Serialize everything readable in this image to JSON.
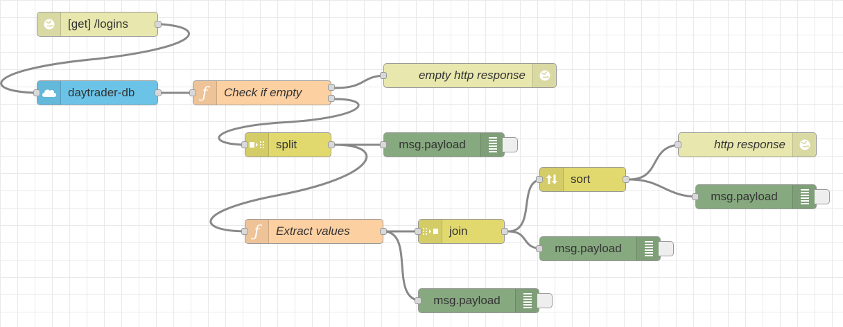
{
  "flow": {
    "nodes": {
      "http_in": {
        "label": "[get] /logins",
        "icon": "globe-icon",
        "color": "#e7e7ae"
      },
      "db": {
        "label": "daytrader-db",
        "icon": "cloud-icon",
        "color": "#6bc4e8"
      },
      "check_empty": {
        "label": "Check if empty",
        "icon": "function-icon",
        "color": "#fdd0a2"
      },
      "empty_response": {
        "label": "empty http response",
        "icon": "globe-icon",
        "color": "#e7e7ae"
      },
      "split": {
        "label": "split",
        "icon": "split-icon",
        "color": "#e2d96e"
      },
      "debug1": {
        "label": "msg.payload",
        "icon": "debug-list-icon",
        "color": "#87a980"
      },
      "extract": {
        "label": "Extract values",
        "icon": "function-icon",
        "color": "#fdd0a2"
      },
      "join": {
        "label": "join",
        "icon": "join-icon",
        "color": "#e2d96e"
      },
      "sort": {
        "label": "sort",
        "icon": "sort-icon",
        "color": "#e2d96e"
      },
      "http_response": {
        "label": "http response",
        "icon": "globe-icon",
        "color": "#e7e7ae"
      },
      "debug2": {
        "label": "msg.payload",
        "icon": "debug-list-icon",
        "color": "#87a980"
      },
      "debug3": {
        "label": "msg.payload",
        "icon": "debug-list-icon",
        "color": "#87a980"
      },
      "debug4": {
        "label": "msg.payload",
        "icon": "debug-list-icon",
        "color": "#87a980"
      }
    }
  }
}
